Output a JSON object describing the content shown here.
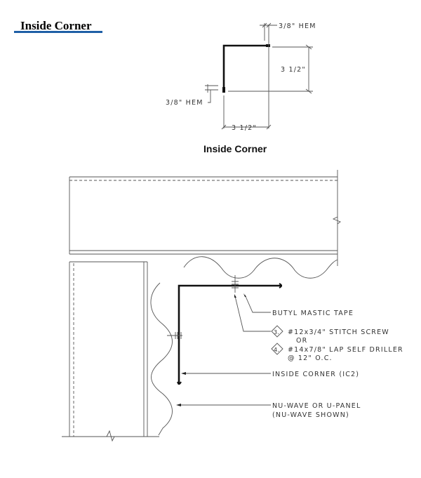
{
  "page": {
    "title": "Inside Corner",
    "accent_color": "#1f5fa6"
  },
  "profile_detail": {
    "caption": "Inside Corner",
    "top_hem": "3/8\" HEM",
    "side_hem": "3/8\" HEM",
    "height_dim": "3 1/2\"",
    "width_dim": "3 1/2\""
  },
  "section_detail": {
    "callouts": {
      "tape": "BUTYL MASTIC TAPE",
      "screw_num": "3.",
      "screw": "#12x3/4\" STITCH SCREW",
      "or": "OR",
      "driller_num": "4.",
      "driller": "#14x7/8\" LAP SELF DRILLER",
      "spacing": "@ 12\" O.C.",
      "corner": "INSIDE CORNER (IC2)",
      "panel": "NU-WAVE OR U-PANEL",
      "panel_note": "(NU-WAVE SHOWN)"
    }
  }
}
